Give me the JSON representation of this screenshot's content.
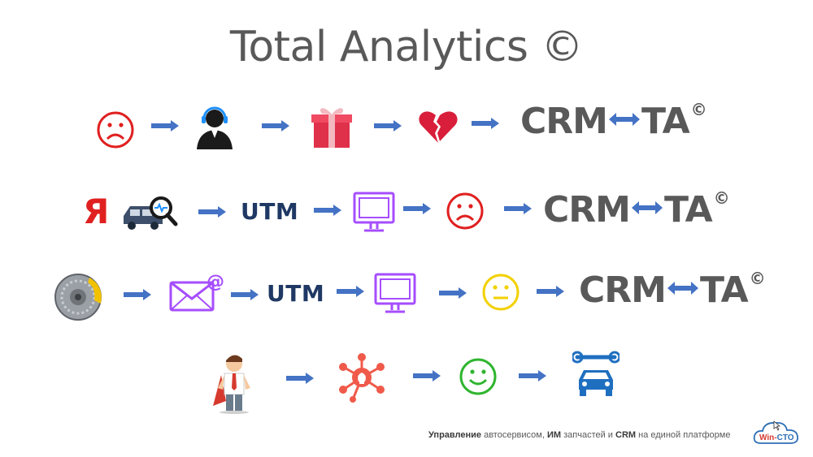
{
  "title": "Total Analytics ©",
  "crm_label": "CRM",
  "ta_label": "TA",
  "copyright_mark": "©",
  "utm_label": "UTM",
  "yandex_letter": "Я",
  "footer": {
    "part1": "Управление",
    "part2": " автосервисом, ",
    "part3": "ИМ",
    "part4": " запчастей и ",
    "part5": "CRM",
    "part6": " на единой платформе"
  },
  "logo": {
    "brand_left": "Win",
    "brand_right": "CTO"
  },
  "colors": {
    "arrow": "#4472c4",
    "red": "#e02020",
    "purple": "#a64dff",
    "yellow": "#f2d100",
    "green": "#2fb52f",
    "blue_car": "#1f6fc0",
    "text_gray": "#595959",
    "utm_navy": "#1f3864"
  },
  "rows": [
    {
      "icons": [
        "sad-face-icon",
        "support-agent-icon",
        "gift-box-icon",
        "broken-heart-icon"
      ],
      "end": "crm-ta"
    },
    {
      "icons": [
        "yandex-icon",
        "car-search-icon",
        "utm-text",
        "monitor-icon",
        "sad-face-icon"
      ],
      "end": "crm-ta"
    },
    {
      "icons": [
        "brake-disc-icon",
        "email-icon",
        "utm-text",
        "monitor-icon",
        "neutral-face-icon"
      ],
      "end": "crm-ta"
    },
    {
      "icons": [
        "superhero-man-icon",
        "network-idea-icon",
        "happy-face-icon",
        "car-service-icon"
      ],
      "end": null
    }
  ]
}
